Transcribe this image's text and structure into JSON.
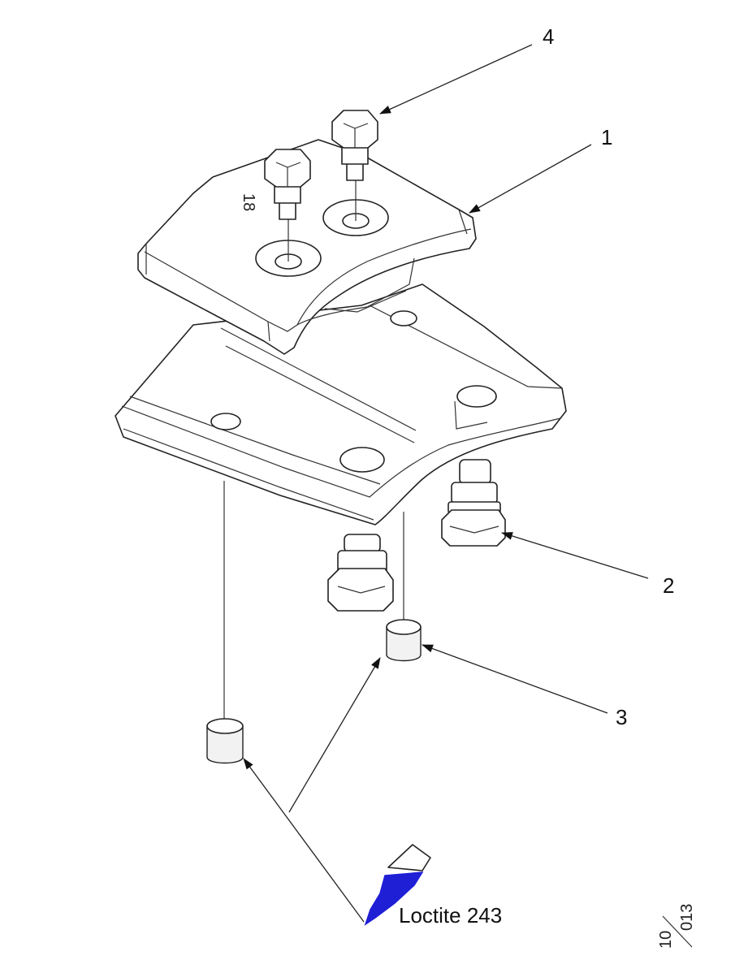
{
  "callouts": {
    "c1": "1",
    "c2": "2",
    "c3": "3",
    "c4": "4"
  },
  "part_marking": "18",
  "adhesive_label": "Loctite 243",
  "sheet_ref": {
    "top": "10",
    "bottom": "013"
  },
  "colors": {
    "adhesive_fill": "#1f1fd6",
    "line": "#222222"
  }
}
